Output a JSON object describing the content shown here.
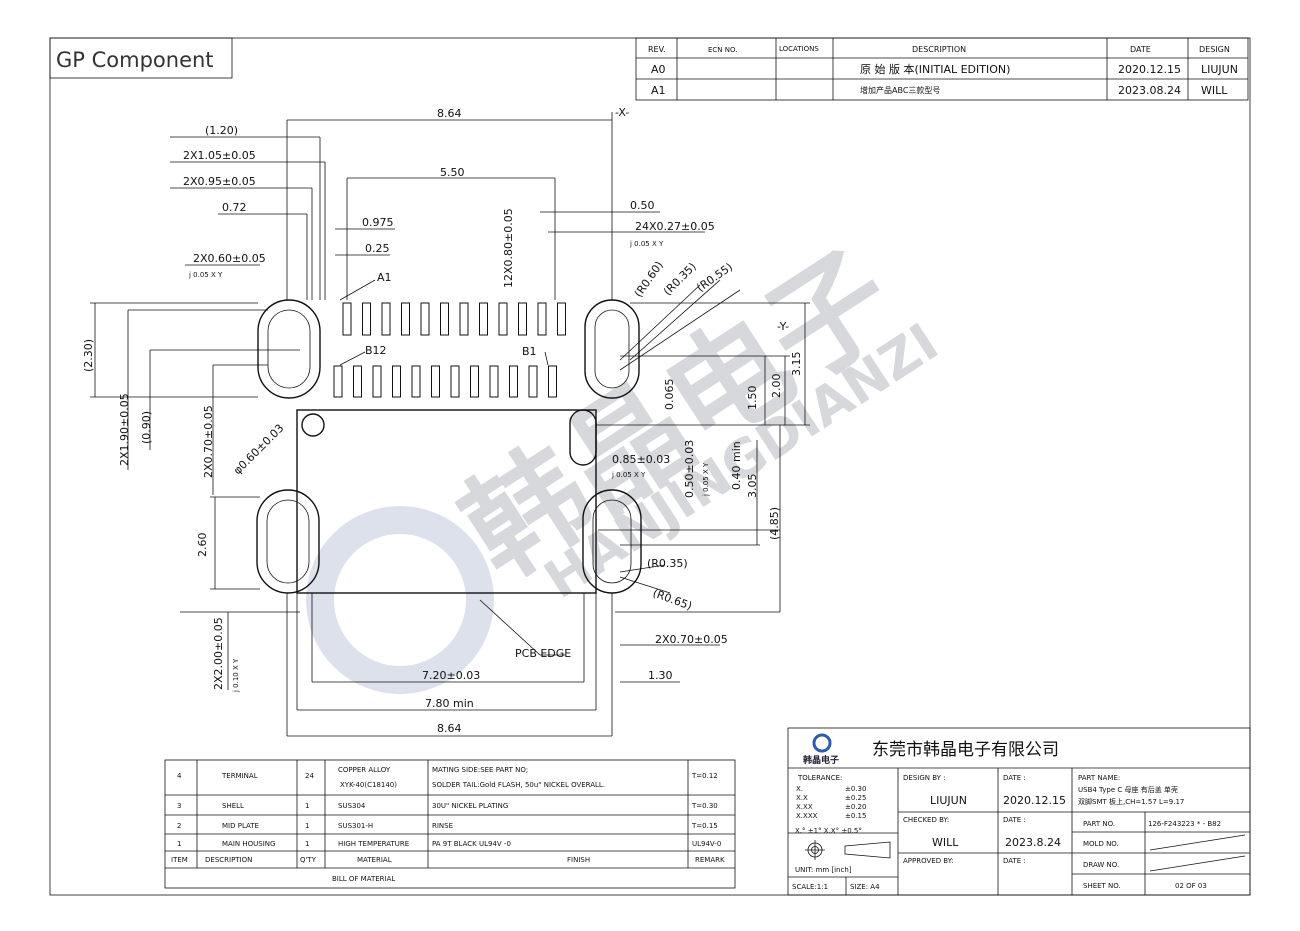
{
  "title": "GP Component",
  "revision_table": {
    "headers": [
      "REV.",
      "ECN NO.",
      "LOCATIONS",
      "DESCRIPTION",
      "DATE",
      "DESIGN"
    ],
    "rows": [
      {
        "rev": "A0",
        "ecn": "",
        "loc": "",
        "desc": "原 始 版 本(INITIAL EDITION)",
        "date": "2020.12.15",
        "design": "LIUJUN"
      },
      {
        "rev": "A1",
        "ecn": "",
        "loc": "",
        "desc": "增加产品ABC三款型号",
        "date": "2023.08.24",
        "design": "WILL"
      }
    ]
  },
  "dims": {
    "top_864": "8.64",
    "d120": "(1.20)",
    "d105": "2X1.05±0.05",
    "d095": "2X0.95±0.05",
    "d072": "0.72",
    "d0975": "0.975",
    "d025": "0.25",
    "d550": "5.50",
    "d080": "12X0.80±0.05",
    "d050": "0.50",
    "d027": "24X0.27±0.05",
    "tol1": "j 0.05 X Y",
    "d060": "2X0.60±0.05",
    "tol2": "j 0.05 X Y",
    "a1": "A1",
    "b12": "B12",
    "b1": "B1",
    "r060": "(R0.60)",
    "r035": "(R0.35)",
    "r055": "(R0.55)",
    "datx": "-X-",
    "daty": "-Y-",
    "d230": "(2.30)",
    "d190": "2X1.90±0.05",
    "d090": "(0.90)",
    "d070a": "2X0.70±0.05",
    "phi": "φ0.60±0.03",
    "d0065": "0.065",
    "d150": "1.50",
    "d200": "2.00",
    "d315": "3.15",
    "d085": "0.85±0.03",
    "tol3": "j 0.05 X Y",
    "d050b": "0.50±0.03",
    "tol4": "j 0.05 X Y",
    "d040": "0.40 min",
    "d305": "3.05",
    "d485": "(4.85)",
    "d260": "2.60",
    "r035b": "(R0.35)",
    "r065": "(R0.65)",
    "d070b": "2X0.70±0.05",
    "pcb": "PCB EDGE",
    "d200b": "2X2.00±0.05",
    "tol5": "j 0.10 X Y",
    "d720": "7.20±0.03",
    "d130": "1.30",
    "d780": "7.80 min",
    "bot_864": "8.64"
  },
  "watermark": {
    "cn": "韩晶电子",
    "en": "HANJINGDIANZI"
  },
  "bom": {
    "rows": [
      {
        "item": "4",
        "desc": "TERMINAL",
        "qty": "24",
        "mat1": "COPPER ALLOY",
        "mat2": "XYK-40(C18140)",
        "fin1": "MATING SIDE:SEE PART NO;",
        "fin2": "SOLDER TAIL:Gold FLASH, 50u\" NICKEL OVERALL.",
        "rem": "T=0.12"
      },
      {
        "item": "3",
        "desc": "SHELL",
        "qty": "1",
        "mat1": "SUS304",
        "fin1": "30U\"   NICKEL PLATING",
        "rem": "T=0.30"
      },
      {
        "item": "2",
        "desc": "MID PLATE",
        "qty": "1",
        "mat1": "SUS301-H",
        "fin1": "RINSE",
        "rem": "T=0.15"
      },
      {
        "item": "1",
        "desc": "MAIN HOUSING",
        "qty": "1",
        "mat1": "HIGH TEMPERATURE",
        "fin1": "PA 9T BLACK  UL94V -0",
        "rem": "UL94V-0"
      }
    ],
    "headers": {
      "item": "ITEM",
      "desc": "DESCRIPTION",
      "qty": "Q'TY",
      "mat": "MATERIAL",
      "fin": "FINISH",
      "rem": "REMARK"
    },
    "caption": "BILL OF MATERIAL"
  },
  "title_block": {
    "logo_text": "韩晶电子",
    "company": "东莞市韩晶电子有限公司",
    "tolerance_label": "TOLERANCE:",
    "tolerances": [
      [
        "X.",
        "±0.30"
      ],
      [
        "X.X",
        "±0.25"
      ],
      [
        "X.XX",
        "±0.20"
      ],
      [
        "X.XXX",
        "±0.15"
      ]
    ],
    "angle_tol": "X.° ±1°     X.X° ±0.5°",
    "unit": "UNIT:    mm [inch]",
    "scale": "SCALE:1:1",
    "size": "SIZE: A4",
    "design_by_label": "DESIGN BY :",
    "design_by": "LIUJUN",
    "date_label": "DATE :",
    "design_date": "2020.12.15",
    "checked_by_label": "CHECKED BY:",
    "checked_by": "WILL",
    "checked_date": "2023.8.24",
    "approved_by_label": "APPROVED BY:",
    "part_name_label": "PART NAME:",
    "part_name_1": "USB4 Type C  母座 有后盖 单壳",
    "part_name_2": "双脚SMT 板上,CH=1.57 L=9.17",
    "part_no_label": "PART NO.",
    "part_no": "126-F243223  *  - B82",
    "mold_no_label": "MOLD NO.",
    "draw_no_label": "DRAW NO.",
    "sheet_no_label": "SHEET NO.",
    "sheet_no": "02 OF 03"
  }
}
